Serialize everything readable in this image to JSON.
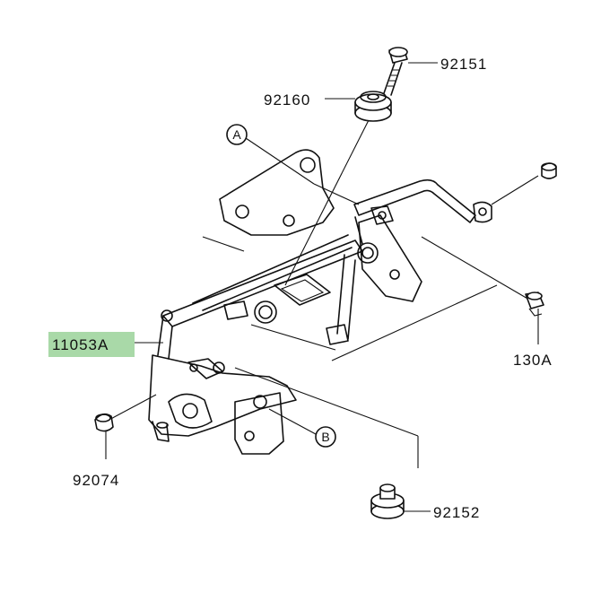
{
  "colors": {
    "line": "#111111",
    "highlight": "#a9d9a8",
    "background": "#ffffff"
  },
  "parts": [
    {
      "id": "p92151",
      "number": "92151"
    },
    {
      "id": "p92160",
      "number": "92160"
    },
    {
      "id": "p11053A",
      "number": "11053A",
      "highlighted": true
    },
    {
      "id": "p130A",
      "number": "130A"
    },
    {
      "id": "p92074",
      "number": "92074"
    },
    {
      "id": "p92152",
      "number": "92152"
    }
  ],
  "callouts": [
    {
      "id": "A",
      "letter": "A"
    },
    {
      "id": "B",
      "letter": "B"
    }
  ]
}
